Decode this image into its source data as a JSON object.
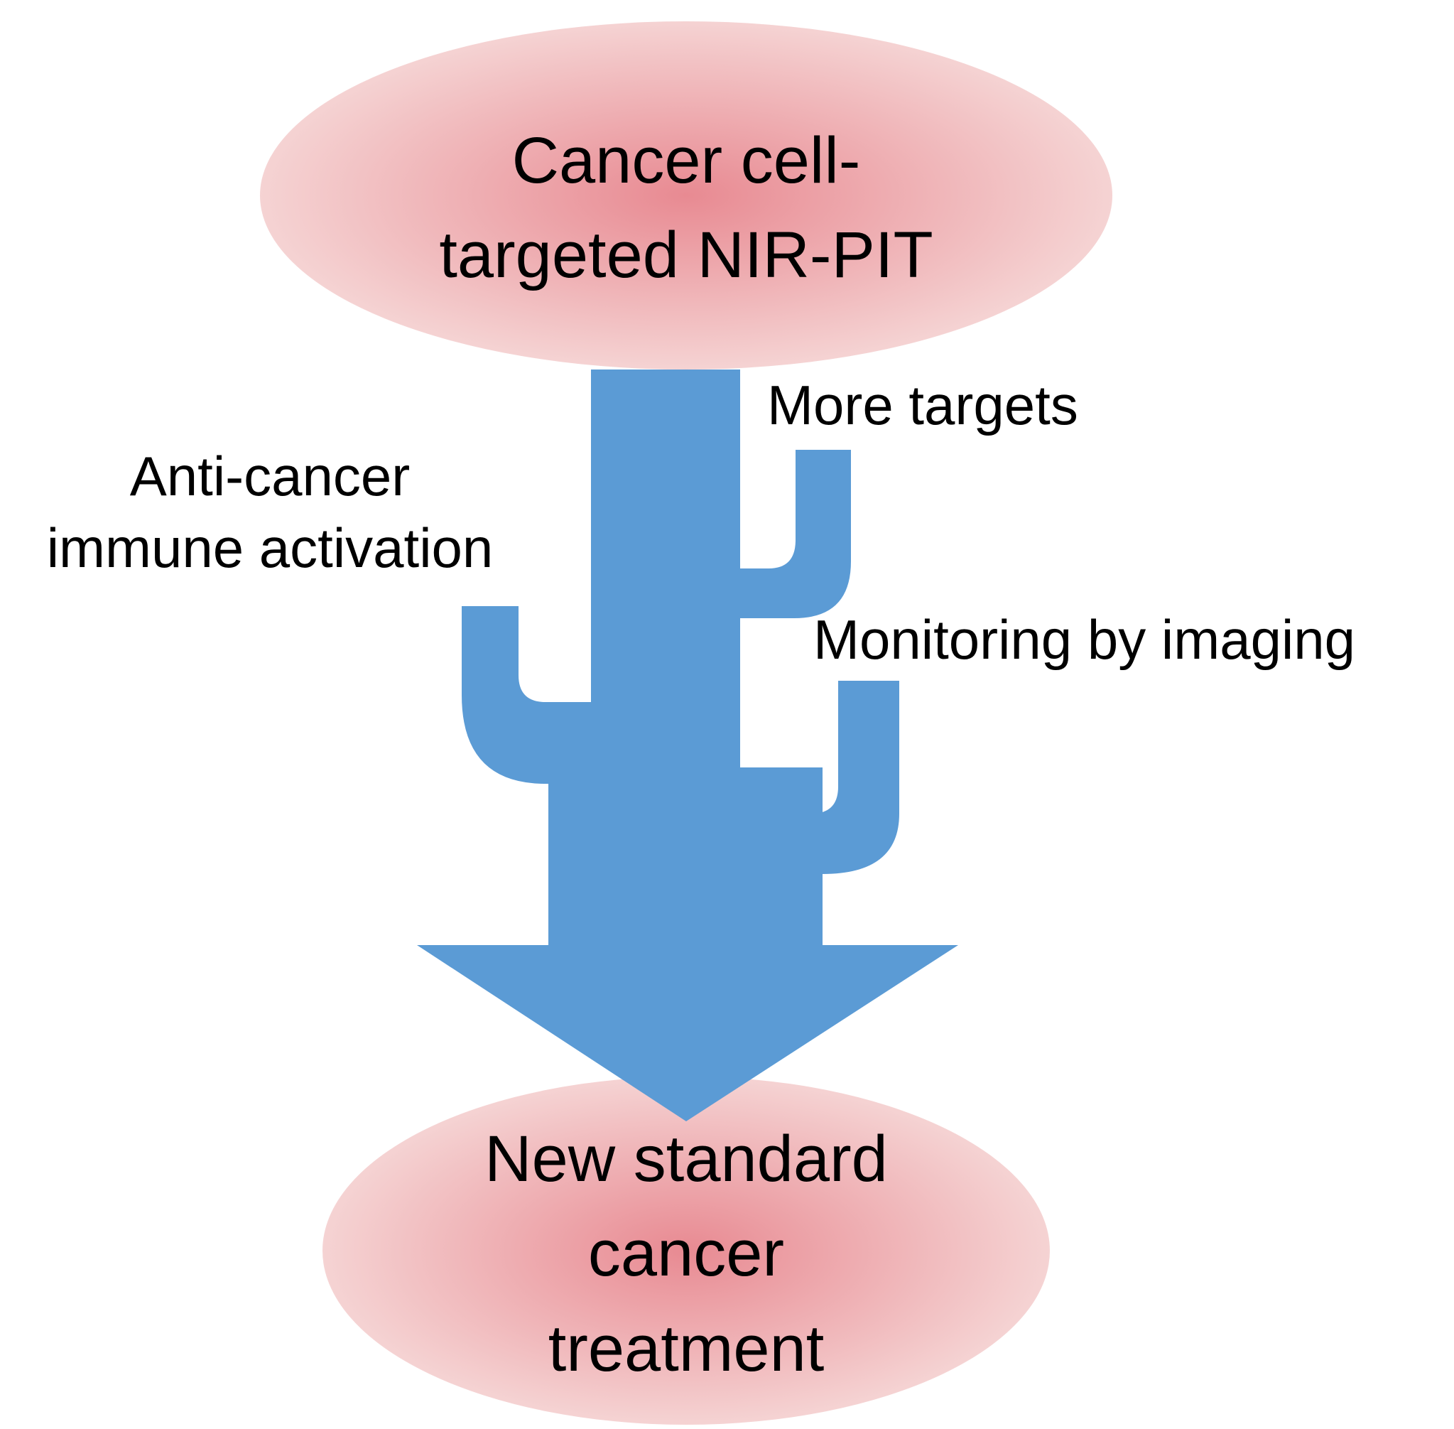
{
  "colors": {
    "node_center": "#e88a92",
    "node_edge": "#f5d3d3",
    "arrow": "#5b9bd5",
    "text": "#000000"
  },
  "nodes": {
    "top": {
      "lines": [
        "Cancer cell-",
        "targeted NIR-PIT"
      ]
    },
    "bottom": {
      "lines": [
        "New standard",
        "cancer",
        "treatment"
      ]
    }
  },
  "branches": {
    "immune": {
      "lines": [
        "Anti-cancer",
        "immune activation"
      ]
    },
    "targets": {
      "lines": [
        "More targets"
      ]
    },
    "imaging": {
      "lines": [
        "Monitoring by imaging"
      ]
    }
  }
}
